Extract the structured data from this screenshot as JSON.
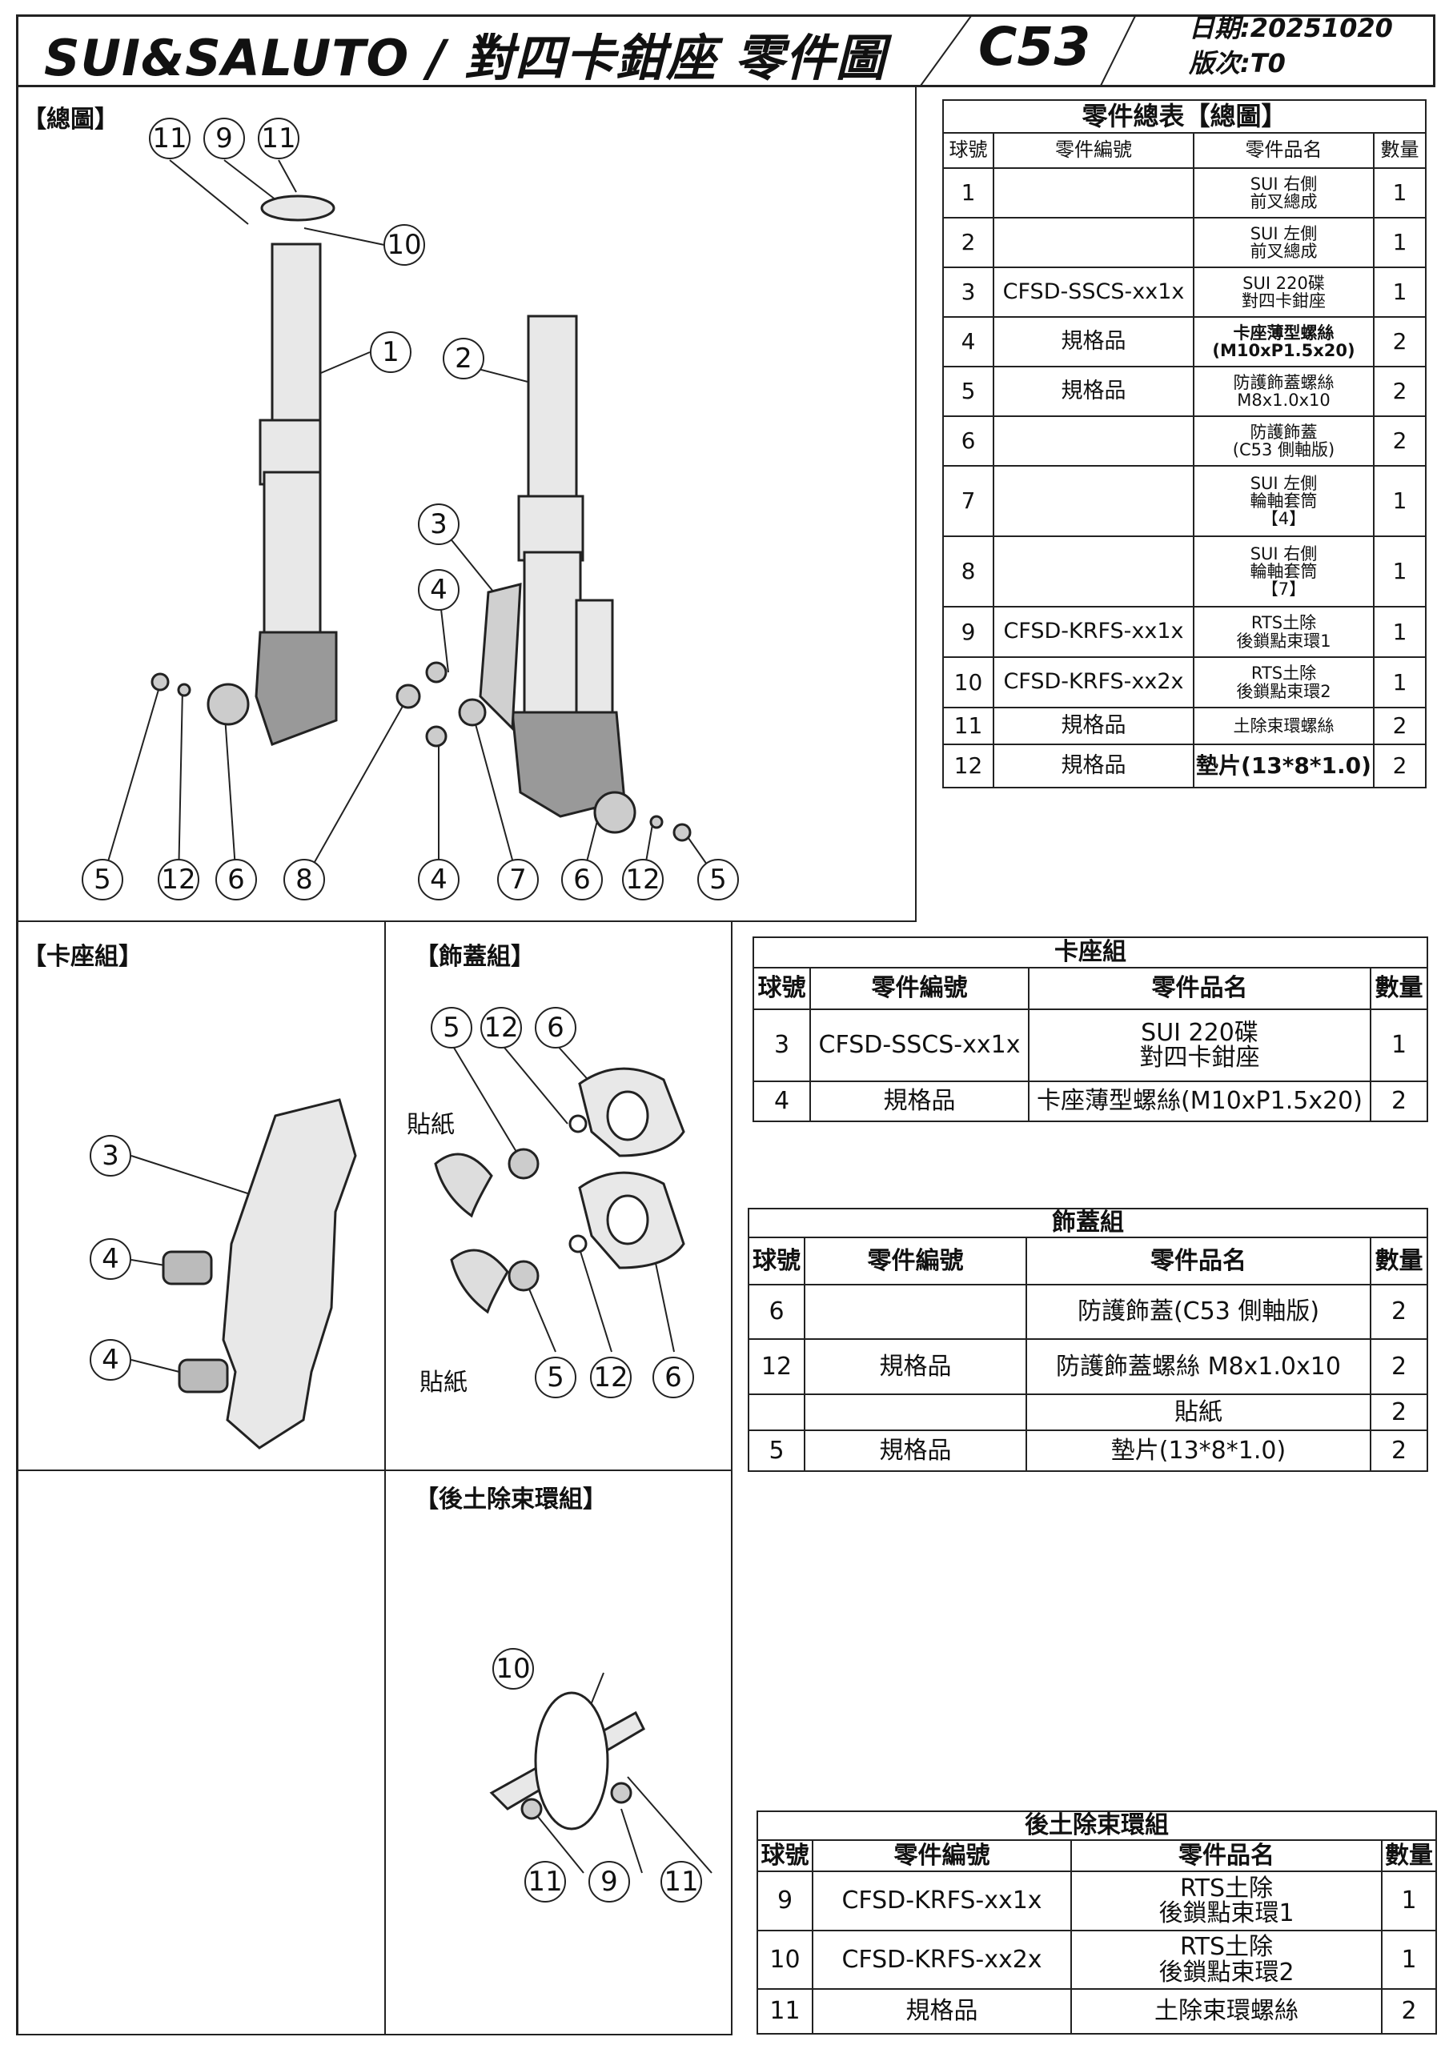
{
  "header": {
    "title": "SUI&SALUTO / 對四卡鉗座 零件圖",
    "model": "C53",
    "date": "日期:20251020",
    "version": "版次:T0"
  },
  "sections": {
    "overview": "【總圖】",
    "caliper": "【卡座組】",
    "cover": "【飾蓋組】",
    "rear": "【後土除束環組】"
  },
  "balloons": {
    "overview": [
      "11",
      "9",
      "11",
      "10",
      "1",
      "2",
      "3",
      "4",
      "5",
      "12",
      "6",
      "8",
      "4",
      "7",
      "6",
      "12",
      "5"
    ],
    "caliper": [
      "3",
      "4",
      "4"
    ],
    "cover": [
      "5",
      "12",
      "6",
      "5",
      "12",
      "6"
    ],
    "rear": [
      "10",
      "11",
      "9",
      "11"
    ]
  },
  "sticker_labels": [
    "貼紙",
    "貼紙"
  ],
  "tables": [
    {
      "title": "零件總表【總圖】",
      "headers": [
        "球號",
        "零件編號",
        "零件品名",
        "數量"
      ],
      "rows": [
        [
          "1",
          "",
          "SUI 右側\n前叉總成",
          "1"
        ],
        [
          "2",
          "",
          "SUI 左側\n前叉總成",
          "1"
        ],
        [
          "3",
          "CFSD-SSCS-xx1x",
          "SUI 220碟\n對四卡鉗座",
          "1"
        ],
        [
          "4",
          "規格品",
          "卡座薄型螺絲\n(M10xP1.5x20)",
          "2"
        ],
        [
          "5",
          "規格品",
          "防護飾蓋螺絲\nM8x1.0x10",
          "2"
        ],
        [
          "6",
          "",
          "防護飾蓋\n(C53 側軸版)",
          "2"
        ],
        [
          "7",
          "",
          "SUI 左側\n輪軸套筒\n【4】",
          "1"
        ],
        [
          "8",
          "",
          "SUI 右側\n輪軸套筒\n【7】",
          "1"
        ],
        [
          "9",
          "CFSD-KRFS-xx1x",
          "RTS土除\n後鎖點束環1",
          "1"
        ],
        [
          "10",
          "CFSD-KRFS-xx2x",
          "RTS土除\n後鎖點束環2",
          "1"
        ],
        [
          "11",
          "規格品",
          "土除束環螺絲",
          "2"
        ],
        [
          "12",
          "規格品",
          "墊片(13*8*1.0)",
          "2"
        ]
      ]
    },
    {
      "title": "卡座組",
      "headers": [
        "球號",
        "零件編號",
        "零件品名",
        "數量"
      ],
      "rows": [
        [
          "3",
          "CFSD-SSCS-xx1x",
          "SUI 220碟\n對四卡鉗座",
          "1"
        ],
        [
          "4",
          "規格品",
          "卡座薄型螺絲(M10xP1.5x20)",
          "2"
        ]
      ]
    },
    {
      "title": "飾蓋組",
      "headers": [
        "球號",
        "零件編號",
        "零件品名",
        "數量"
      ],
      "rows": [
        [
          "6",
          "",
          "防護飾蓋(C53 側軸版)",
          "2"
        ],
        [
          "12",
          "規格品",
          "防護飾蓋螺絲 M8x1.0x10",
          "2"
        ],
        [
          "",
          "",
          "貼紙",
          "2"
        ],
        [
          "5",
          "規格品",
          "墊片(13*8*1.0)",
          "2"
        ]
      ]
    },
    {
      "title": "後土除束環組",
      "headers": [
        "球號",
        "零件編號",
        "零件品名",
        "數量"
      ],
      "rows": [
        [
          "9",
          "CFSD-KRFS-xx1x",
          "RTS土除\n後鎖點束環1",
          "1"
        ],
        [
          "10",
          "CFSD-KRFS-xx2x",
          "RTS土除\n後鎖點束環2",
          "1"
        ],
        [
          "11",
          "規格品",
          "土除束環螺絲",
          "2"
        ]
      ]
    }
  ]
}
